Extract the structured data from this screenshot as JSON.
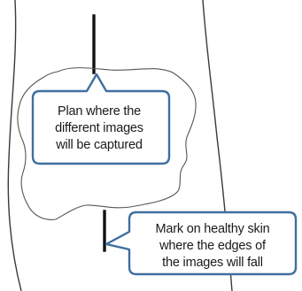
{
  "callouts": {
    "capture_plan": {
      "lines": [
        "Plan where the",
        "different images",
        "will be captured"
      ]
    },
    "skin_marks": {
      "lines": [
        "Mark on healthy skin",
        "where the edges of",
        "the images will fall"
      ]
    }
  },
  "colors": {
    "outline": "#3a3a3a",
    "callout_fill": "#ffffff",
    "callout_border": "#3f6fa0",
    "marker_line": "#111111",
    "text": "#1a1a1a"
  }
}
